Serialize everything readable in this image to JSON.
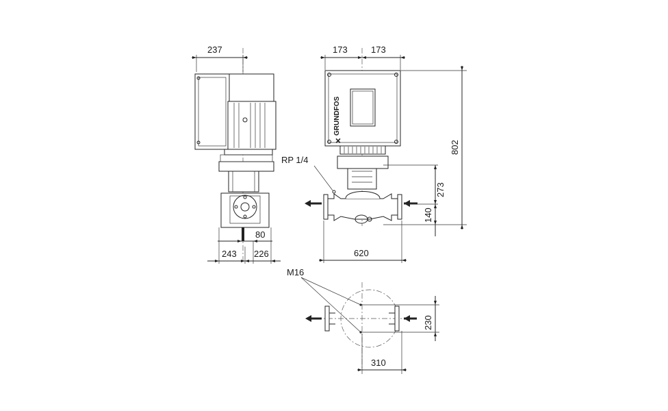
{
  "dimensions": {
    "side_top_width": "237",
    "front_half_left": "173",
    "front_half_right": "173",
    "total_height": "802",
    "pipe_to_port_height": "273",
    "pipe_center_height": "140",
    "port_to_pipe_offset": "80",
    "side_base_left": "243",
    "side_base_right": "226",
    "front_port_to_port": "620",
    "base_plate_depth": "230",
    "base_bolt_spacing": "310"
  },
  "labels": {
    "vent_plug": "RP 1/4",
    "anchor_bolt": "M16",
    "brand_logo": "GRUNDFOS"
  }
}
